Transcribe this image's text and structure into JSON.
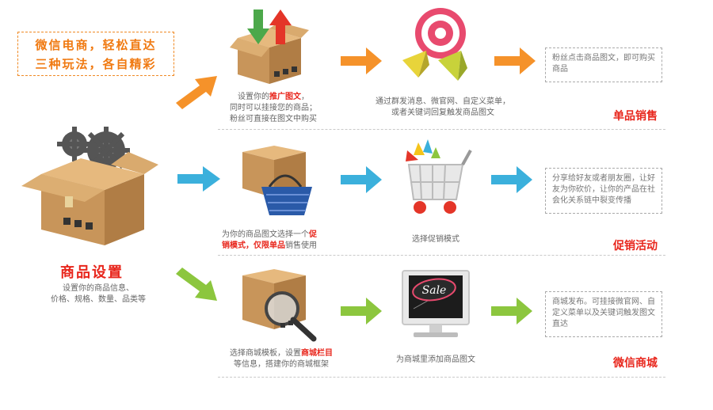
{
  "slogan": {
    "line1": "微信电商，轻松直达",
    "line2": "三种玩法，各自精彩"
  },
  "setup": {
    "title": "商品设置",
    "desc1": "设置你的商品信息、",
    "desc2": "价格、规格、数量、品类等"
  },
  "row1": {
    "step1": {
      "l1a": "设置你的",
      "l1hl": "推广图文",
      "l1b": "，",
      "l2": "同时可以挂接您的商品；",
      "l3": "粉丝可直接在图文中购买"
    },
    "step2": {
      "l1": "通过群发消息、微官网、自定义菜单，",
      "l2": "或者关键词回复触发商品图文"
    },
    "note": "粉丝点击商品图文，即可购买商品",
    "title": "单品销售"
  },
  "row2": {
    "step1": {
      "l1a": "为你的商品图文选择一个",
      "l1hl": "促",
      "l2hl": "销模式，仅限单品",
      "l2b": "销售使用"
    },
    "step2": {
      "l1": "选择促销模式"
    },
    "note": "分享给好友或者朋友圈，让好友为你砍价，让你的产品在社会化关系链中裂变传播",
    "title": "促销活动"
  },
  "row3": {
    "step1": {
      "l1a": "选择商城模板，设置",
      "l1hl": "商城栏目",
      "l2": "等信息，搭建你的商城框架"
    },
    "step2": {
      "l1": "为商城里添加商品图文"
    },
    "note": "商城发布。可挂接微官网、自定义菜单以及关键词触发图文直达",
    "title": "微信商城"
  },
  "sale_sign": "Sale",
  "colors": {
    "orange": "#f5922a",
    "blue": "#3bb0dc",
    "green": "#8cc63e",
    "red": "#e8261c",
    "box": "#d7a86b"
  }
}
